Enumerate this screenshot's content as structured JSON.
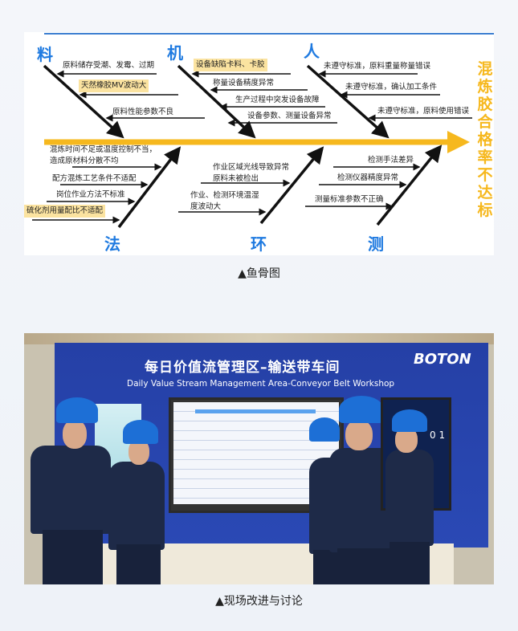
{
  "fishbone": {
    "effect": "混炼胶合格率不达标",
    "categories": {
      "material": "料",
      "machine": "机",
      "man": "人",
      "method": "法",
      "environment": "环",
      "measurement": "测"
    },
    "material": [
      "原料储存受潮、发霉、过期",
      "天然橡胶MV波动大",
      "原料性能参数不良"
    ],
    "machine": [
      "设备缺陷卡料、卡胶",
      "称量设备精度异常",
      "生产过程中突发设备故障",
      "设备参数、测量设备异常"
    ],
    "man": [
      "未遵守标准，原料重量称量错误",
      "未遵守标准，确认加工条件",
      "未遵守标准，原料使用错误"
    ],
    "method": [
      "混炼时间不足或温度控制不当，",
      "造成原材料分散不均",
      "配方混炼工艺条件不适配",
      "岗位作业方法不标准",
      "硫化剂用量配比不适配"
    ],
    "environment": [
      "作业区域光线导致异常",
      "原料未被检出",
      "作业、检测环境温湿",
      "度波动大"
    ],
    "measurement": [
      "检测手法差异",
      "检测仪器精度异常",
      "测量标准参数不正确"
    ],
    "colors": {
      "category": "#1f7ae0",
      "spine": "#f6b81e",
      "highlight": "#fbe3a0"
    }
  },
  "caption1": "▲鱼骨图",
  "photo": {
    "sign_title": "每日价值流管理区–输送带车间",
    "sign_subtitle": "Daily Value Stream Management Area-Conveyor Belt Workshop",
    "logo": "BOTON",
    "screen_digits": "0 1"
  },
  "caption2": "▲现场改进与讨论"
}
